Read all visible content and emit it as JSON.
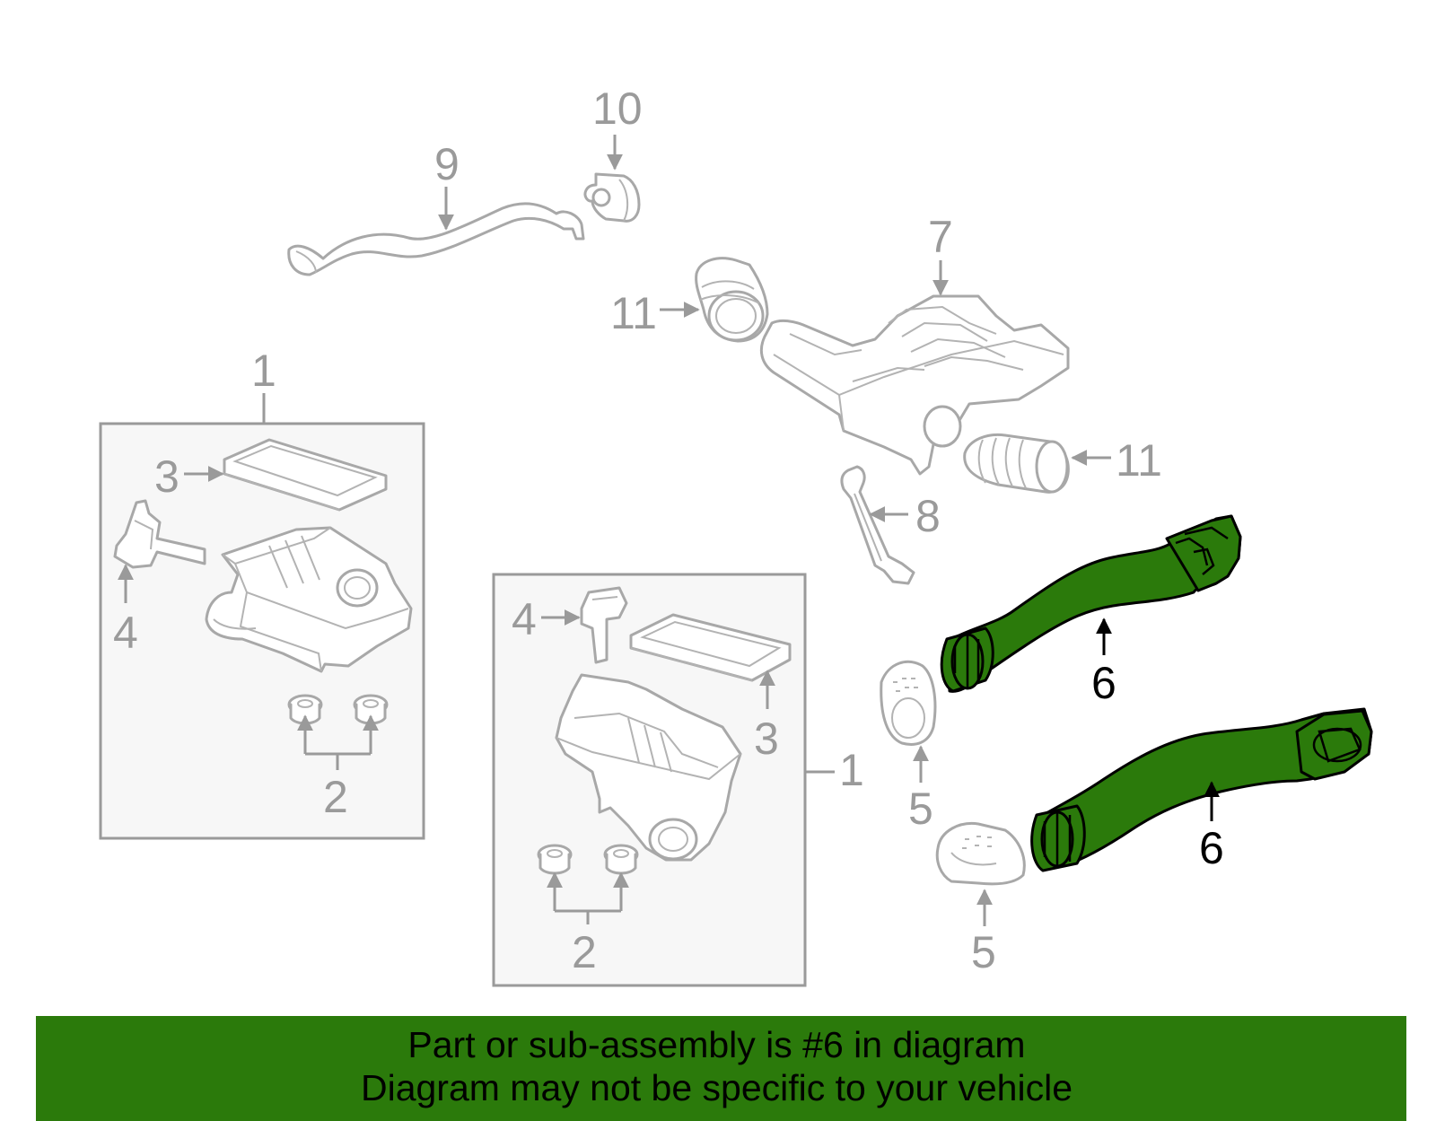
{
  "callouts": {
    "c1_left": "1",
    "c1_right": "1",
    "c2_left": "2",
    "c2_right": "2",
    "c3_left": "3",
    "c3_right": "3",
    "c4_left": "4",
    "c4_right": "4",
    "c5_upper": "5",
    "c5_lower": "5",
    "c6_upper": "6",
    "c6_lower": "6",
    "c7": "7",
    "c8": "8",
    "c9": "9",
    "c10": "10",
    "c11_left": "11",
    "c11_right": "11"
  },
  "highlighted_part": "6",
  "colors": {
    "highlight": "#2b7a0b",
    "callout_gray": "#9a9a9a",
    "outline_gray": "#a8a8a8",
    "box_fill": "#f7f7f7"
  },
  "banner": {
    "line1": "Part or sub-assembly is #6 in diagram",
    "line2": "Diagram may not be specific to your vehicle"
  }
}
